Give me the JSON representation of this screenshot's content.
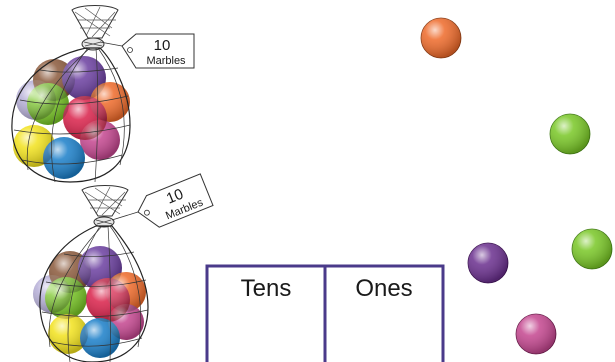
{
  "bags": [
    {
      "tag_count": "10",
      "tag_unit": "Marbles"
    },
    {
      "tag_count": "10",
      "tag_unit": "Marbles"
    }
  ],
  "place_value_chart": {
    "columns": [
      "Tens",
      "Ones"
    ],
    "border_color": "#4a3a8a"
  },
  "loose_marbles": [
    {
      "color_name": "orange",
      "color": "#ee6a2a"
    },
    {
      "color_name": "green",
      "color": "#79c726"
    },
    {
      "color_name": "purple",
      "color": "#6a2f8e"
    },
    {
      "color_name": "green",
      "color": "#79c726"
    },
    {
      "color_name": "magenta",
      "color": "#c4468f"
    }
  ],
  "bag_marble_colors": [
    "#8b5a3c",
    "#6b3fa0",
    "#ee6a2a",
    "#79c726",
    "#d9214a",
    "#f2e21d",
    "#1b7fc9",
    "#c4468f",
    "#b7b0d8"
  ]
}
